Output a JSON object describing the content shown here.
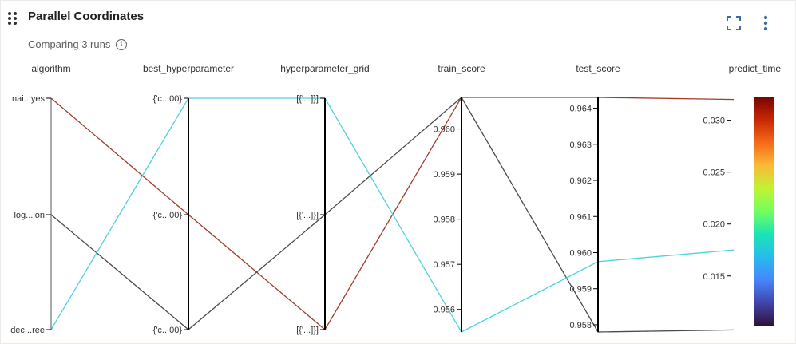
{
  "header": {
    "title": "Parallel Coordinates",
    "subtitle": "Comparing 3 runs",
    "info_icon": "info-icon",
    "expand_icon": "expand-icon",
    "more_icon": "more-vertical-icon"
  },
  "chart_data": {
    "type": "parallel-coordinates",
    "colorbar": {
      "label": "predict_time",
      "colors": [
        "#7a0403",
        "#c92903",
        "#f66b19",
        "#faba39",
        "#c1f334",
        "#72fe5e",
        "#1ae4b6",
        "#28bbec",
        "#4686fb",
        "#4145ab",
        "#30123b"
      ]
    },
    "axes": [
      {
        "name": "algorithm",
        "kind": "categorical",
        "categories": [
          "nai...yes",
          "log...ion",
          "dec...ree"
        ]
      },
      {
        "name": "best_hyperparameter",
        "kind": "categorical",
        "categories": [
          "{'c...00}",
          "{'c...00}",
          "{'c...00}"
        ]
      },
      {
        "name": "hyperparameter_grid",
        "kind": "categorical",
        "categories": [
          "[{'...]}]",
          "[{'...]}]",
          "[{'...]}]"
        ]
      },
      {
        "name": "train_score",
        "kind": "numeric",
        "range": [
          0.9555,
          0.9607
        ],
        "ticks": [
          0.956,
          0.957,
          0.958,
          0.959,
          0.96
        ],
        "tick_labels": [
          "0.956",
          "0.957",
          "0.958",
          "0.959",
          "0.960"
        ]
      },
      {
        "name": "test_score",
        "kind": "numeric",
        "range": [
          0.9578,
          0.9643
        ],
        "ticks": [
          0.958,
          0.959,
          0.96,
          0.961,
          0.962,
          0.963,
          0.964
        ],
        "tick_labels": [
          "0.958",
          "0.959",
          "0.960",
          "0.961",
          "0.962",
          "0.963",
          "0.964"
        ]
      },
      {
        "name": "predict_time",
        "kind": "numeric",
        "range": [
          0.0096,
          0.0322
        ],
        "ticks": [
          0.015,
          0.02,
          0.025,
          0.03
        ],
        "tick_labels": [
          "0.015",
          "0.020",
          "0.025",
          "0.030"
        ]
      }
    ],
    "runs": [
      {
        "color": "#a23b2a",
        "values": [
          0,
          1,
          2,
          0.9607,
          0.9643,
          0.032
        ]
      },
      {
        "color": "#4b4b4b",
        "values": [
          1,
          2,
          1,
          0.9607,
          0.9578,
          0.0098
        ]
      },
      {
        "color": "#4fd1e0",
        "values": [
          2,
          0,
          0,
          0.9555,
          0.95975,
          0.0175
        ]
      }
    ]
  }
}
